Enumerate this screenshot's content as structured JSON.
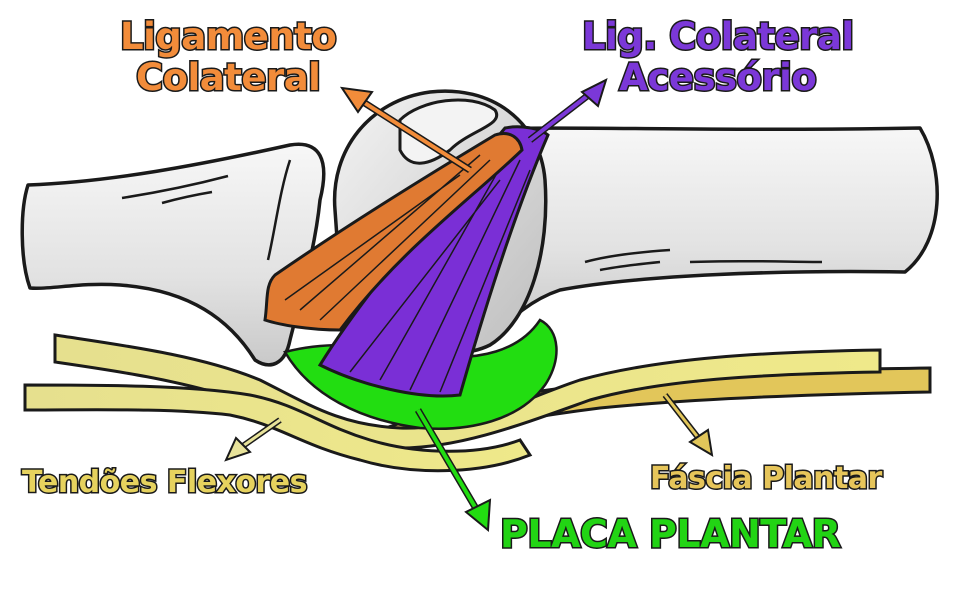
{
  "diagram": {
    "title": "Metatarsophalangeal joint anatomy",
    "labels": {
      "collateral_ligament": [
        "Ligamento",
        "Colateral"
      ],
      "accessory_collateral_ligament": [
        "Lig. Colateral",
        "Acessório"
      ],
      "flexor_tendons": "Tendões Flexores",
      "plantar_fascia": "Fáscia Plantar",
      "plantar_plate": "PLACA PLANTAR"
    },
    "colors": {
      "collateral_ligament": "#e07a32",
      "accessory_collateral_ligament": "#7a2fd6",
      "flexor_tendons": "#e8e39a",
      "plantar_fascia": "#e2c65a",
      "plantar_plate": "#22dd11",
      "bone": "#e4e4e4",
      "outline": "#1a1a1a"
    }
  }
}
